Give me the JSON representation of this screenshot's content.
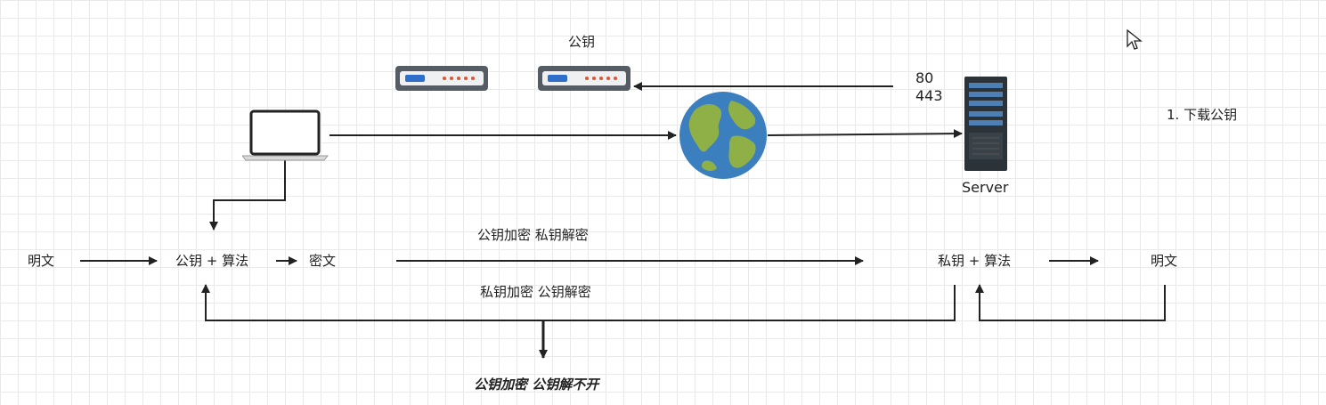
{
  "nodes": {
    "pubkey_label": "公钥",
    "ports": [
      "80",
      "443"
    ],
    "step_note": "1. 下载公钥",
    "server_label": "Server",
    "plaintext_left": "明文",
    "pubkey_algo": "公钥 + 算法",
    "ciphertext": "密文",
    "privkey_algo": "私钥 + 算法",
    "plaintext_right": "明文"
  },
  "edges": {
    "forward_label": "公钥加密  私钥解密",
    "backward_label": "私钥加密 公钥解密"
  },
  "caption": "公钥加密 公钥解不开",
  "colors": {
    "line": "#222222",
    "earth_ocean": "#3b7fbf",
    "earth_land": "#8fb046",
    "device_body": "#555c63"
  },
  "icons": [
    "key-device-icon",
    "key-device-icon",
    "laptop-icon",
    "globe-icon",
    "server-icon",
    "cursor-icon"
  ]
}
